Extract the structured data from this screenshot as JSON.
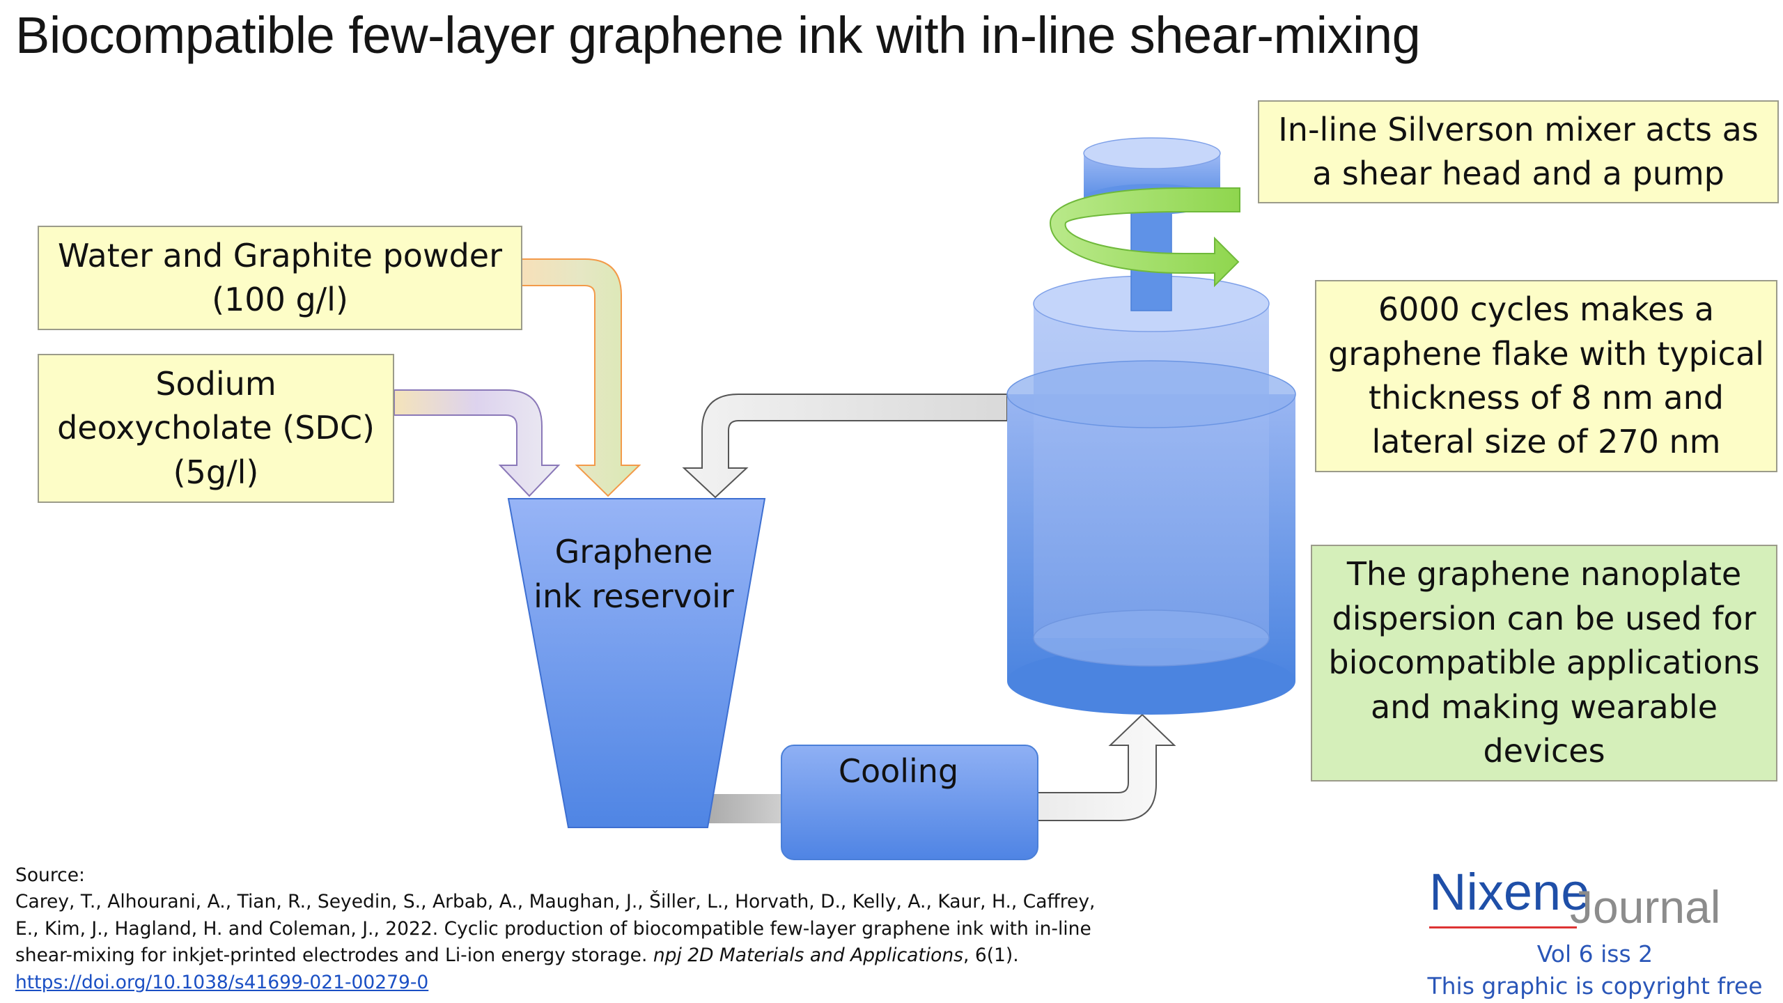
{
  "title": "Biocompatible few-layer graphene ink with in-line shear-mixing",
  "inputs": {
    "water_graphite": "Water and Graphite powder (100 g/l)",
    "sdc": "Sodium deoxycholate (SDC) (5g/l)"
  },
  "reservoir_label": "Graphene ink reservoir",
  "cooling_label": "Cooling",
  "notes": {
    "mixer": "In-line Silverson mixer acts as a shear head and a pump",
    "cycles": "6000 cycles makes a graphene flake with typical thickness of 8 nm and lateral size of 270 nm",
    "application": "The graphene nanoplate dispersion can be used for biocompatible applications and making wearable devices"
  },
  "source": {
    "heading": "Source:",
    "citation": "Carey, T., Alhourani, A., Tian, R., Seyedin, S., Arbab, A., Maughan, J., Šiller, L., Horvath, D., Kelly, A., Kaur, H., Caffrey, E., Kim, J., Hagland, H. and Coleman, J., 2022. Cyclic production of biocompatible few-layer graphene ink with in-line shear-mixing for inkjet-printed electrodes and Li-ion energy storage.",
    "journal": "npj 2D Materials and Applications",
    "volume": ", 6(1).",
    "doi": "https://doi.org/10.1038/s41699-021-00279-0"
  },
  "logo": {
    "brand": "Nixene",
    "sub": "Journal",
    "issue": "Vol 6 iss 2",
    "copyright": "This graphic is copyright free"
  },
  "colors": {
    "blue": "#6d9bef",
    "yellow_box": "#fdfdc7",
    "green_box": "#d5efba"
  }
}
